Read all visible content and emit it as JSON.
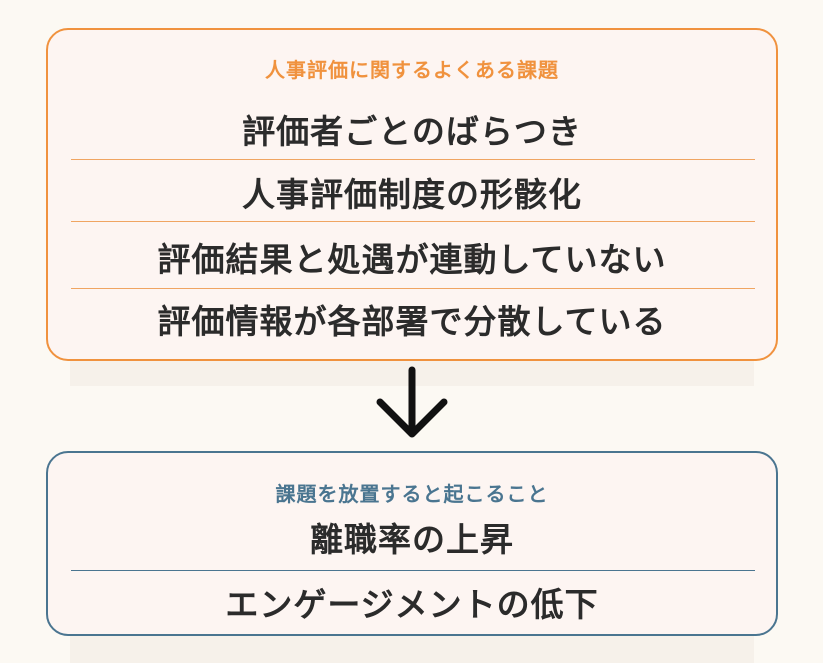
{
  "issues": {
    "title": "人事評価に関するよくある課題",
    "items": [
      "評価者ごとのばらつき",
      "人事評価制度の形骸化",
      "評価結果と処遇が連動していない",
      "評価情報が各部署で分散している"
    ]
  },
  "consequences": {
    "title": "課題を放置すると起こること",
    "items": [
      "離職率の上昇",
      "エンゲージメントの低下"
    ]
  },
  "colors": {
    "issues_accent": "#f0923e",
    "consequences_accent": "#4a7590",
    "text": "#2b2b2b",
    "panel_fill": "#fdf5f2",
    "background": "#fcf9f3"
  },
  "icons": {
    "connector": "arrow-down-icon"
  }
}
